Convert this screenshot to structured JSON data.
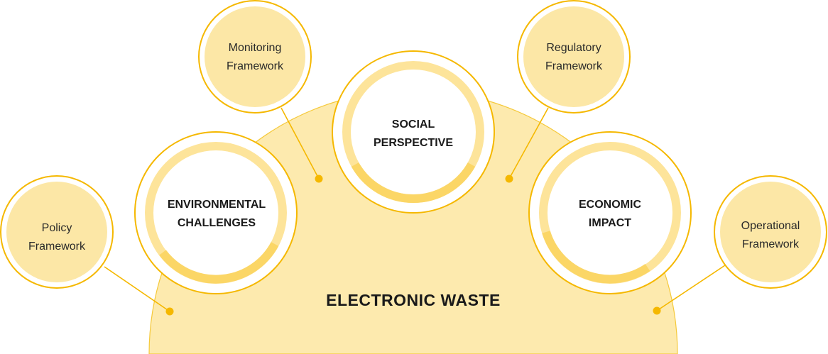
{
  "center": {
    "title": "ELECTRONIC WASTE"
  },
  "perspectives": [
    {
      "line1": "ENVIRONMENTAL",
      "line2": "CHALLENGES"
    },
    {
      "line1": "SOCIAL",
      "line2": "PERSPECTIVE"
    },
    {
      "line1": "ECONOMIC",
      "line2": "IMPACT"
    }
  ],
  "frameworks": [
    {
      "line1": "Policy",
      "line2": "Framework"
    },
    {
      "line1": "Monitoring",
      "line2": "Framework"
    },
    {
      "line1": "Regulatory",
      "line2": "Framework"
    },
    {
      "line1": "Operational",
      "line2": "Framework"
    }
  ],
  "colors": {
    "semicircle_fill": "#fdeaae",
    "accent": "#f5b800",
    "small_circle_fill": "#fce7a6",
    "big_circle_ring": "#fde49a"
  }
}
